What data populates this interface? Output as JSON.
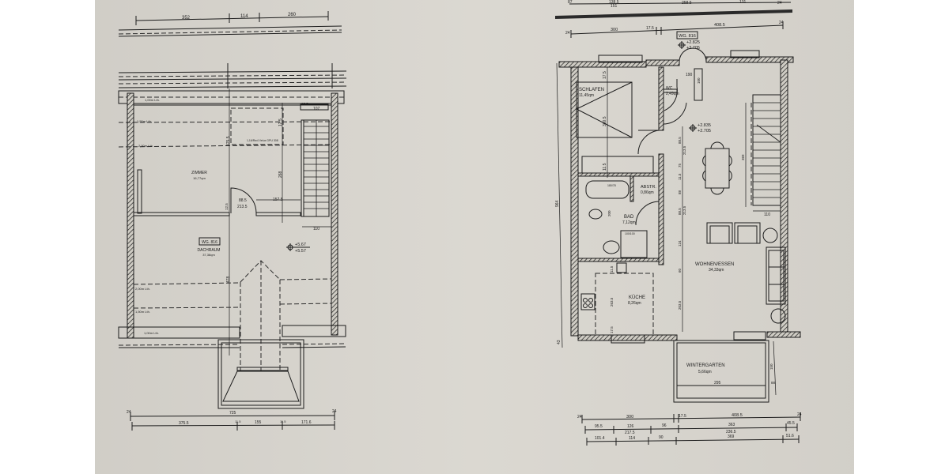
{
  "document": {
    "type": "architectural floor plan (photographed printout)",
    "colors": {
      "paper": "#d9d6cf",
      "ink": "#1c1c1c",
      "background": "#ffffff"
    }
  },
  "left_plan": {
    "name": "attic floor (Dachgeschoss)",
    "top_dimensions": [
      "352",
      "114",
      "260"
    ],
    "unit_label": "WG. 816",
    "rooms": [
      {
        "name": "ZIMMER",
        "area": "16,77qm"
      },
      {
        "name": "DACHRAUM",
        "area": "37,38qm"
      }
    ],
    "height_marker": {
      "upper": "+5.67",
      "lower": "+5.57"
    },
    "slope_lines": [
      "1,00m Lth.",
      "1,50m Lth.",
      "2,00m Lth.",
      "2,00m Lth.",
      "1,50m Lth.",
      "1,00m Lth."
    ],
    "inner_dimensions": [
      "107",
      "13.5",
      "88.5",
      "213.5",
      "157.5",
      "12.5",
      "110",
      "268",
      "478",
      "475.5",
      "12.5"
    ],
    "window_note": "1,16/Rw4 Velux GPU 308",
    "bottom_dimensions": {
      "overall": "725",
      "segments": [
        "375.5",
        "155",
        "171.6"
      ],
      "end_marks": [
        "24",
        "24"
      ],
      "small_marks": [
        "11.5",
        "11.5"
      ]
    }
  },
  "right_plan": {
    "name": "upper floor (Obergeschoss)",
    "top_partial_dimensions": [
      "87",
      "138.5",
      "151",
      "258.5",
      "131",
      "24"
    ],
    "top_dimensions": [
      "24",
      "300",
      "17.5",
      "408.5",
      "24"
    ],
    "unit_label": "WG. 816",
    "height_marker_entry": {
      "upper": "+2.825",
      "lower": "+2.705"
    },
    "height_marker_living": {
      "upper": "+2.835",
      "lower": "+2.705"
    },
    "rooms": [
      {
        "name": "SCHLAFEN",
        "area": "11,45qm"
      },
      {
        "name": "WC",
        "area": "2,49qm"
      },
      {
        "name": "ABSTR.",
        "area": "0,86qm"
      },
      {
        "name": "BAD",
        "area": "7,12qm"
      },
      {
        "name": "KÜCHE",
        "area": "8,26qm"
      },
      {
        "name": "WOHNEN/ESSEN",
        "area": "34,33qm"
      },
      {
        "name": "WINTERGARTEN",
        "area": "5,66qm"
      }
    ],
    "side_dimension_left": "964",
    "side_small_marks": [
      "43",
      "17.5"
    ],
    "inner_dimensions": [
      "190",
      "100",
      "17.5",
      "360.5",
      "11.5",
      "88.5",
      "213.5",
      "75",
      "11.5",
      "88",
      "88.5",
      "213.5",
      "124",
      "60",
      "203.5",
      "263.5",
      "17.5",
      "11.5",
      "369",
      "110",
      "295",
      "150",
      "88",
      "200",
      "180/78",
      "100/100"
    ],
    "bottom_dimensions": {
      "row1": [
        "24",
        "300",
        "17.5",
        "408.5",
        "24"
      ],
      "row2": [
        "95.5",
        "126",
        "96",
        "363",
        "45.5"
      ],
      "row2_sub": [
        "217.5",
        "236.5"
      ],
      "row3": [
        "101.4",
        "114",
        "90",
        "369",
        "51.6"
      ]
    }
  }
}
